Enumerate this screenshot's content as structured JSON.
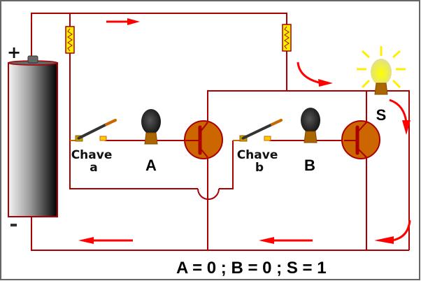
{
  "diagram": {
    "title": "Porta lógica NOR com transistores",
    "battery": {
      "positive_label": "+",
      "negative_label": "-"
    },
    "switch_a": {
      "label_line1": "Chave",
      "label_line2": "a",
      "state": "open"
    },
    "switch_b": {
      "label_line1": "Chave",
      "label_line2": "b",
      "state": "open"
    },
    "lamp_a": {
      "label": "A",
      "state": "off"
    },
    "lamp_b": {
      "label": "B",
      "state": "off"
    },
    "lamp_s": {
      "label": "S",
      "state": "on"
    },
    "truth_line": "A = 0 ; B = 0 ; S = 1",
    "colors": {
      "wire": "#aa0000",
      "arrow": "#ff0000",
      "transistor_fill": "#cc6600",
      "resistor_fill": "#ffee00",
      "lamp_on": "#ffff44",
      "lamp_off": "#222222",
      "lamp_base": "#aa6600"
    }
  }
}
